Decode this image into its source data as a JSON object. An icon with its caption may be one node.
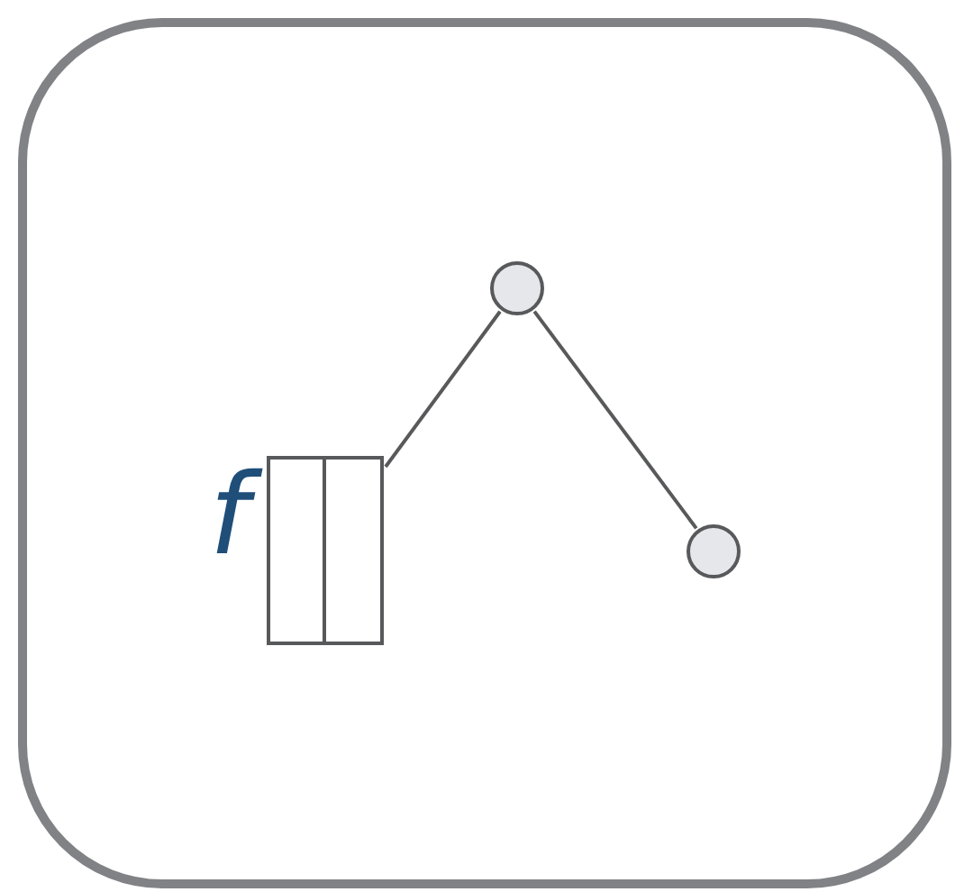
{
  "diagram": {
    "nodes": [
      {
        "text": [],
        "shape": "box",
        "beside": [
          "f"
        ]
      },
      {
        "text": [],
        "shape": "circle"
      },
      {
        "text": [],
        "shape": "circle"
      }
    ],
    "edges": [
      {
        "from": 0,
        "to": 1,
        "arrow": "none"
      },
      {
        "from": 1,
        "to": 2,
        "arrow": "none"
      }
    ]
  }
}
